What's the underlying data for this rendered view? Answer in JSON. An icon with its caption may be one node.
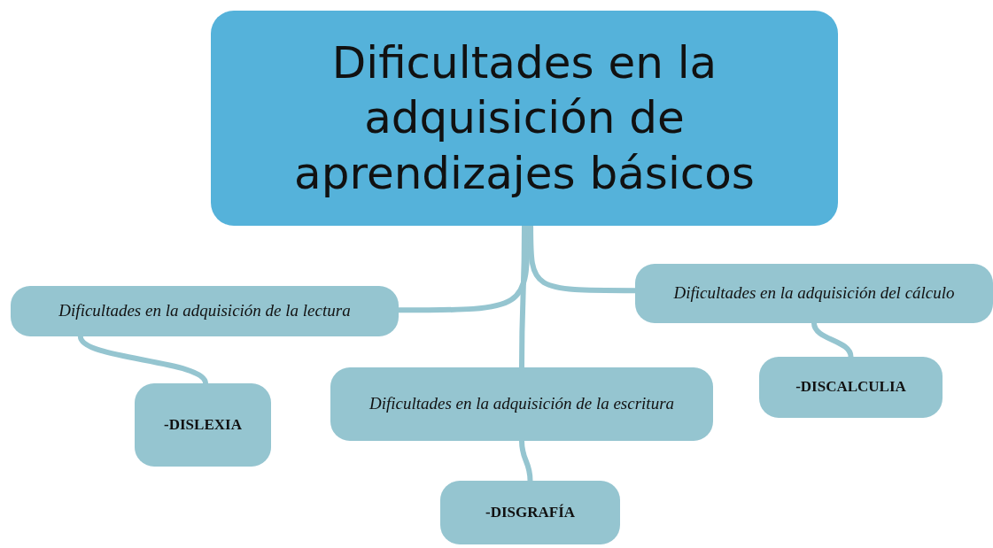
{
  "diagram": {
    "nodes": [
      {
        "text": [
          "Dificultades en la adquisición de aprendizajes básicos"
        ]
      },
      {
        "text": [
          "Dificultades en la adquisición de la lectura"
        ]
      },
      {
        "text": [
          "-DISLEXIA"
        ]
      },
      {
        "text": [
          "Dificultades en la adquisición de la escritura"
        ]
      },
      {
        "text": [
          "-DISGRAFÍA"
        ]
      },
      {
        "text": [
          "Dificultades en la adquisición del cálculo"
        ]
      },
      {
        "text": [
          "-DISCALCULIA"
        ]
      }
    ],
    "edges": [
      {
        "from": 0,
        "to": 1,
        "arrow": "none"
      },
      {
        "from": 0,
        "to": 3,
        "arrow": "none"
      },
      {
        "from": 0,
        "to": 5,
        "arrow": "none"
      },
      {
        "from": 1,
        "to": 2,
        "arrow": "none"
      },
      {
        "from": 3,
        "to": 4,
        "arrow": "none"
      },
      {
        "from": 5,
        "to": 6,
        "arrow": "none"
      }
    ]
  }
}
